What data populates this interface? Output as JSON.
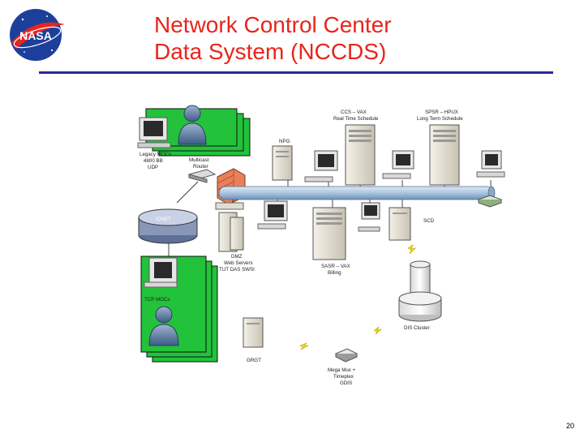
{
  "slide": {
    "title_line1": "Network Control Center",
    "title_line2": "Data System (NCCDS)",
    "page_number": "20",
    "logo_text": "NASA"
  },
  "diagram": {
    "legacy_mocs": [
      "Legacy MOCs",
      "4800 BB",
      "UDP"
    ],
    "multicast_router": [
      "Multicast",
      "Router"
    ],
    "ionet": "IONET",
    "tcp_mocs": "TCP MOCs",
    "dmz": [
      "DMZ",
      "Web Servers",
      "TUT DAS SWSI"
    ],
    "npg": "NPG",
    "ccs": [
      "CCS – VAX",
      "Real Time Schedule"
    ],
    "spsr": [
      "SPSR – HPUX",
      "Long Term Schedule"
    ],
    "scd": "SCD",
    "sasr": [
      "SASR – VAX",
      "Billing"
    ],
    "dis": "DIS Cluster",
    "grgt": "GRGT",
    "mega_mux": [
      "Mega Mux +",
      "Timeplex",
      "GDIS"
    ]
  },
  "colors": {
    "title": "#e8251c",
    "rule": "#2a2a9c",
    "green": "#22c33a",
    "bus": "#a9c4e0",
    "bolt": "#f2e600"
  }
}
